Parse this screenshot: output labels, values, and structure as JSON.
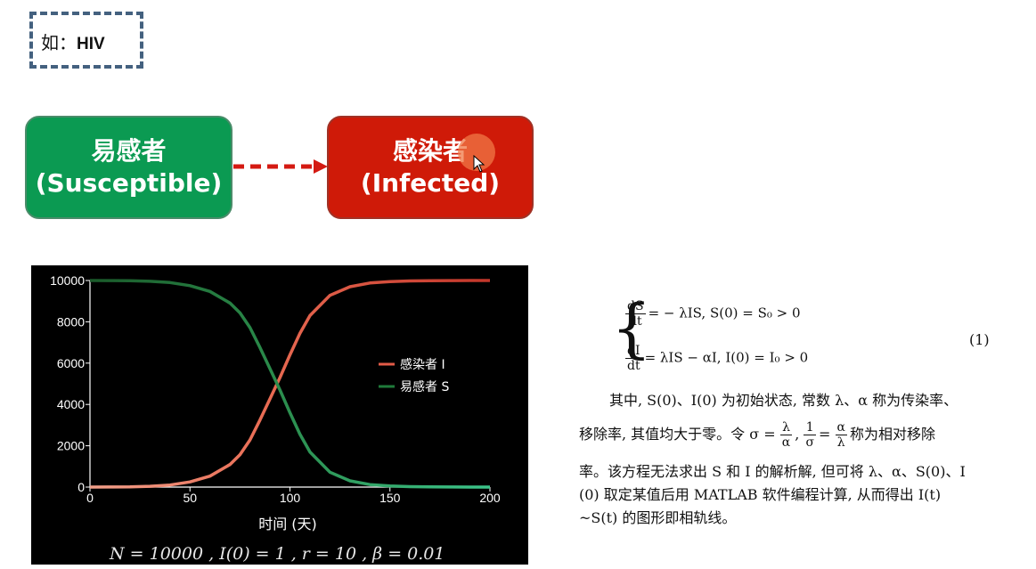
{
  "label_box": {
    "prefix": "如：",
    "term": "HIV"
  },
  "flow": {
    "susceptible_line1": "易感者",
    "susceptible_line2": "(Susceptible)",
    "infected_line1": "感染者",
    "infected_line2": "(Infected)"
  },
  "colors": {
    "susceptible": "#0b9a52",
    "infected": "#cf1a08",
    "arrow": "#d41a12",
    "series_I": "#e25b48",
    "series_S": "#1f7a3a"
  },
  "chart_data": {
    "type": "line",
    "title": "",
    "xlabel": "时间 (天)",
    "ylabel": "",
    "xlim": [
      0,
      200
    ],
    "ylim": [
      0,
      10000
    ],
    "xticks": [
      0,
      50,
      100,
      150,
      200
    ],
    "yticks": [
      0,
      2000,
      4000,
      6000,
      8000,
      10000
    ],
    "legend_position": "right",
    "x": [
      0,
      10,
      20,
      30,
      40,
      50,
      60,
      70,
      75,
      80,
      85,
      90,
      95,
      100,
      105,
      110,
      120,
      130,
      140,
      150,
      160,
      170,
      180,
      190,
      200
    ],
    "series": [
      {
        "name": "感染者 I",
        "values": [
          1,
          3,
          10,
          40,
          100,
          250,
          530,
          1090,
          1570,
          2280,
          3240,
          4270,
          5300,
          6400,
          7440,
          8300,
          9280,
          9700,
          9880,
          9950,
          9980,
          9993,
          9997,
          9999,
          10000
        ]
      },
      {
        "name": "易感者 S",
        "values": [
          9999,
          9997,
          9990,
          9960,
          9900,
          9750,
          9470,
          8910,
          8430,
          7720,
          6760,
          5730,
          4700,
          3600,
          2560,
          1700,
          720,
          300,
          120,
          50,
          20,
          7,
          3,
          1,
          0
        ]
      }
    ],
    "footer_params": "N = 10000 ,  I(0) = 1 ,  r = 10 ,  β = 0.01"
  },
  "paper": {
    "eq1_lhs_num": "dS",
    "eq1_lhs_den": "dt",
    "eq1_rhs": "= − λIS, S(0) = S₀ > 0",
    "eq2_lhs_num": "dI",
    "eq2_lhs_den": "dt",
    "eq2_rhs": "= λIS − αI, I(0) = I₀ > 0",
    "eq_number": "(1)",
    "para1": "其中, S(0)、I(0) 为初始状态, 常数 λ、α 称为传染率、",
    "para2_a": "移除率, 其值均大于零。令 σ =",
    "frac_a_num": "λ",
    "frac_a_den": "α",
    "para2_b": ",",
    "frac_b_num": "1",
    "frac_b_den": "σ",
    "para2_c": "=",
    "frac_c_num": "α",
    "frac_c_den": "λ",
    "para2_d": "称为相对移除",
    "para3": "率。该方程无法求出 S 和 I 的解析解, 但可将 λ、α、S(0)、I",
    "para4": "(0) 取定某值后用 MATLAB 软件编程计算, 从而得出 I(t)",
    "para5": "~S(t) 的图形即相轨线。"
  }
}
